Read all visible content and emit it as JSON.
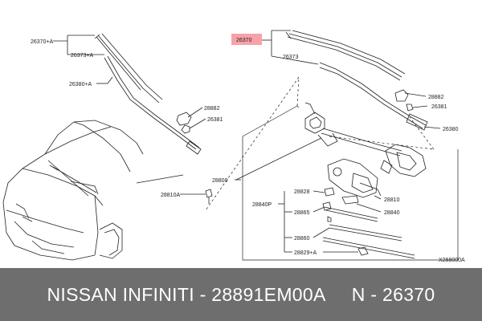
{
  "diagram": {
    "callouts": {
      "c_26370A": "26370+A",
      "c_26373A": "26373+A",
      "c_26380A": "26380+A",
      "c_28882_left": "28882",
      "c_26381_left": "26381",
      "c_26370": "26370",
      "c_26373": "26373",
      "c_28882_right": "28882",
      "c_26381_right": "26381",
      "c_26380": "26380",
      "c_28800": "28800",
      "c_28810A": "28810A",
      "c_28828": "28828",
      "c_28840P": "28840P",
      "c_28810": "28810",
      "c_28840": "28840",
      "c_28865": "28865",
      "c_28860": "28860",
      "c_28829A": "28829+A"
    },
    "reference_code": "X288000A"
  },
  "footer": {
    "part_line": "NISSAN INFINITI - 28891EM00A     N - 26370"
  },
  "colors": {
    "highlight": "#f7a1a8",
    "footer_bg": "#6e6e6e",
    "line": "#222222"
  }
}
